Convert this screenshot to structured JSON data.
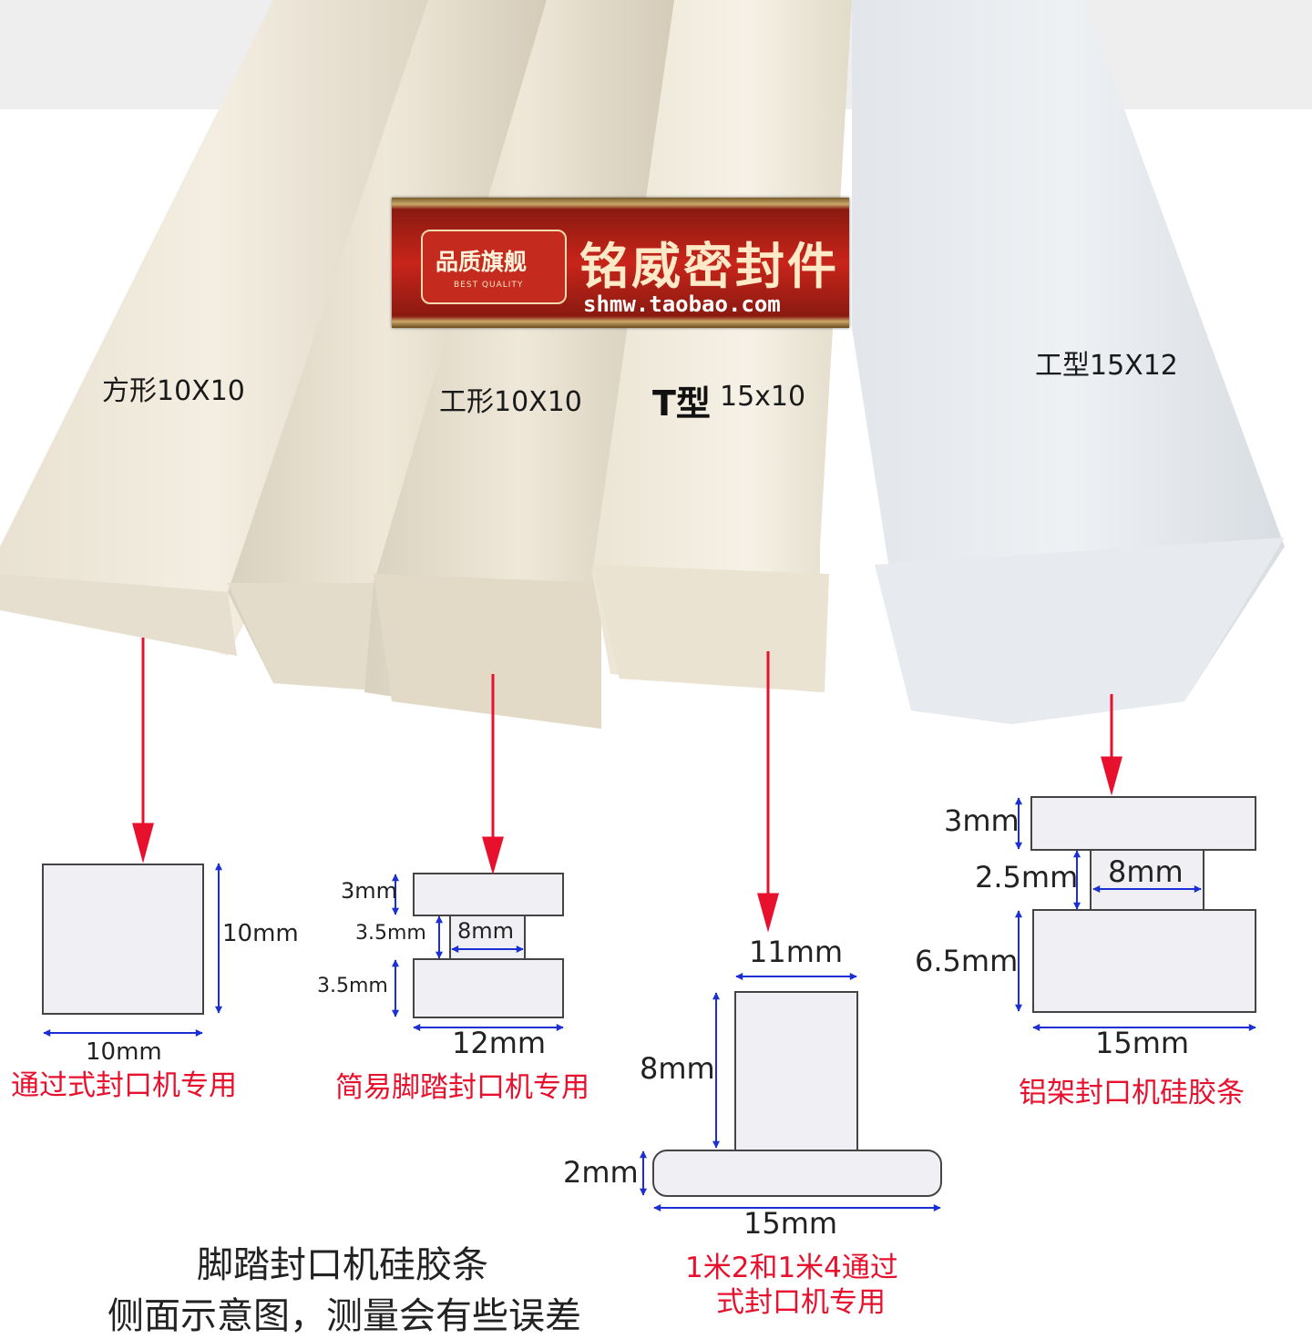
{
  "banner": {
    "badge": "品质旗舰",
    "badge_sub": "BEST QUALITY",
    "brand": "铭威密封件",
    "url": "shmw.taobao.com"
  },
  "strip_labels": {
    "square": "方形10X10",
    "i_small": "工形10X10",
    "t_bold": "T型",
    "t_size": "15x10",
    "i_large": "工型15X12"
  },
  "square_section": {
    "height": "10mm",
    "width": "10mm",
    "caption": "通过式封口机专用"
  },
  "i_small_section": {
    "top": "3mm",
    "middle": "3.5mm",
    "neck_width": "8mm",
    "bottom": "3.5mm",
    "width": "12mm",
    "caption": "简易脚踏封口机专用"
  },
  "t_section": {
    "top_width": "11mm",
    "stem_height": "8mm",
    "base_height": "2mm",
    "base_width": "15mm",
    "caption_line1": "1米2和1米4通过",
    "caption_line2": "式封口机专用"
  },
  "i_large_section": {
    "top": "3mm",
    "middle": "2.5mm",
    "neck_width": "8mm",
    "bottom": "6.5mm",
    "width": "15mm",
    "caption": "铝架封口机硅胶条"
  },
  "footer": {
    "line1": "脚踏封口机硅胶条",
    "line2": "侧面示意图，测量会有些误差"
  },
  "colors": {
    "pointer_arrow": "#e8112d",
    "dimension_arrow": "#1a2fd6",
    "caption": "#e8112d"
  }
}
